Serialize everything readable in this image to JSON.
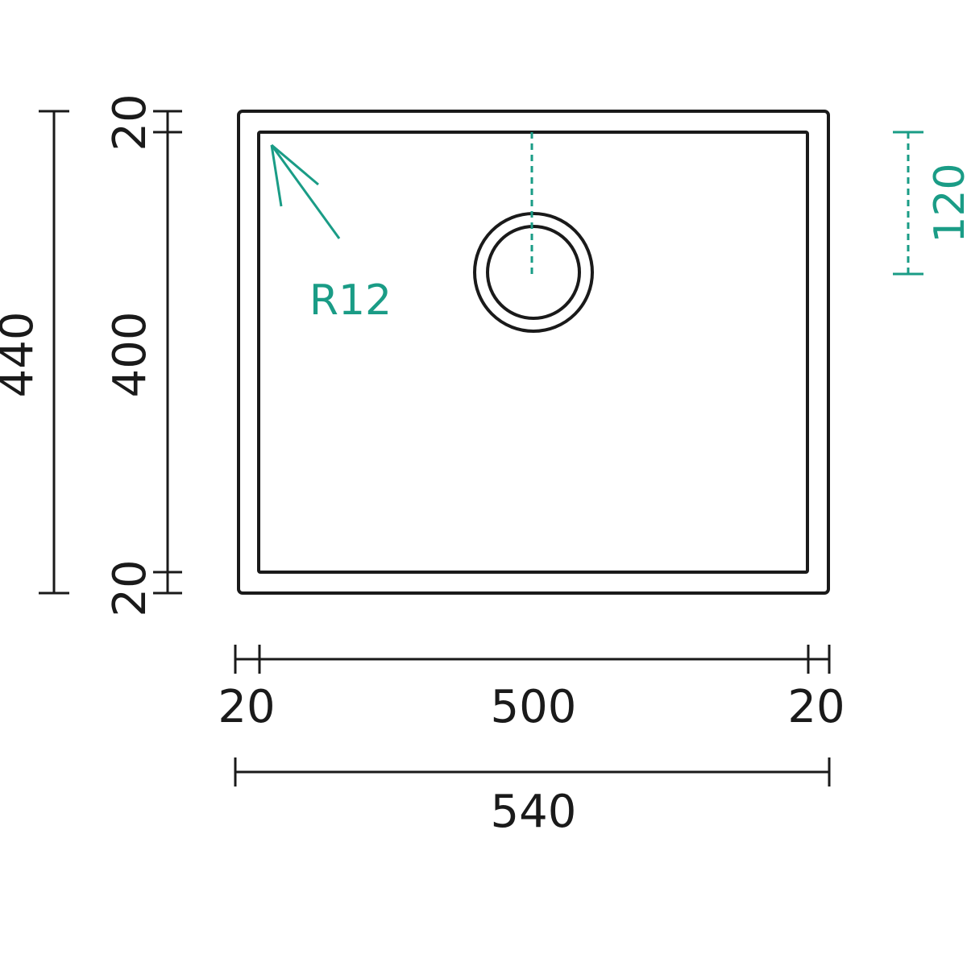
{
  "colors": {
    "line": "#1a1a1a",
    "accent": "#1a9c86",
    "background": "#ffffff"
  },
  "dimensions": {
    "overall_height": "440",
    "top_rim": "20",
    "inner_height": "400",
    "bottom_rim": "20",
    "left_rim": "20",
    "inner_width": "500",
    "right_rim": "20",
    "overall_width": "540",
    "drain_offset": "120",
    "corner_radius": "R12"
  }
}
